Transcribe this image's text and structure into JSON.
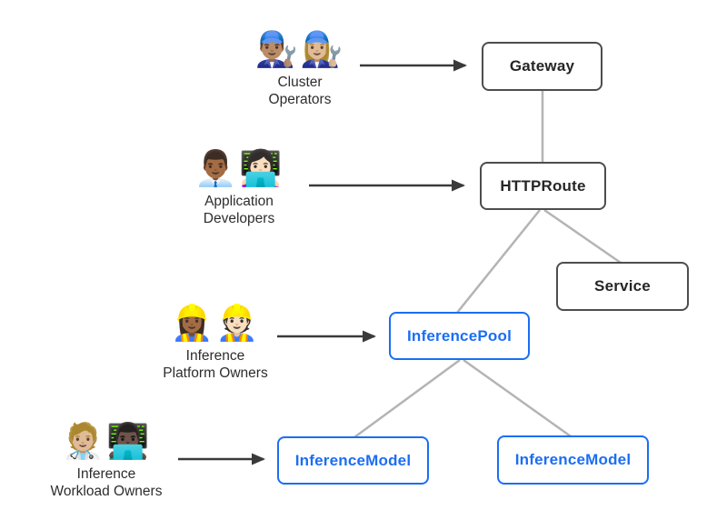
{
  "personas": [
    {
      "id": "cluster-operators",
      "emojis": "👨🏽‍🔧👩🏼‍🔧",
      "label_lines": [
        "Cluster",
        "Operators"
      ],
      "points_to": "Gateway"
    },
    {
      "id": "application-developers",
      "emojis": "👨🏾‍💼👩🏻‍💻",
      "label_lines": [
        "Application",
        "Developers"
      ],
      "points_to": "HTTPRoute"
    },
    {
      "id": "inference-platform-owners",
      "emojis": "👷🏾‍♀️👷🏻",
      "label_lines": [
        "Inference",
        "Platform Owners"
      ],
      "points_to": "InferencePool"
    },
    {
      "id": "inference-workload-owners",
      "emojis": "🧑🏼‍⚕️👨🏿‍💻",
      "label_lines": [
        "Inference",
        "Workload Owners"
      ],
      "points_to": "InferenceModel"
    }
  ],
  "nodes": [
    {
      "id": "gateway",
      "label": "Gateway",
      "style": "dark"
    },
    {
      "id": "httproute",
      "label": "HTTPRoute",
      "style": "dark"
    },
    {
      "id": "service",
      "label": "Service",
      "style": "dark"
    },
    {
      "id": "inferencepool",
      "label": "InferencePool",
      "style": "blue"
    },
    {
      "id": "inferencemodel-left",
      "label": "InferenceModel",
      "style": "blue"
    },
    {
      "id": "inferencemodel-right",
      "label": "InferenceModel",
      "style": "blue"
    }
  ],
  "edges": [
    {
      "from": "gateway",
      "to": "httproute",
      "type": "line"
    },
    {
      "from": "httproute",
      "to": "inferencepool",
      "type": "line"
    },
    {
      "from": "httproute",
      "to": "service",
      "type": "line"
    },
    {
      "from": "inferencepool",
      "to": "inferencemodel-left",
      "type": "line"
    },
    {
      "from": "inferencepool",
      "to": "inferencemodel-right",
      "type": "line"
    },
    {
      "from": "cluster-operators",
      "to": "gateway",
      "type": "arrow"
    },
    {
      "from": "application-developers",
      "to": "httproute",
      "type": "arrow"
    },
    {
      "from": "inference-platform-owners",
      "to": "inferencepool",
      "type": "arrow"
    },
    {
      "from": "inference-workload-owners",
      "to": "inferencemodel-left",
      "type": "arrow"
    }
  ],
  "colors": {
    "background": "#ffffff",
    "dark_border": "#4d4d4d",
    "blue_accent": "#1b6ef3",
    "connector_gray": "#b4b4b4",
    "arrow_dark": "#3a3a3a",
    "text_dark": "#262626",
    "label_text": "#2d2d2d"
  }
}
